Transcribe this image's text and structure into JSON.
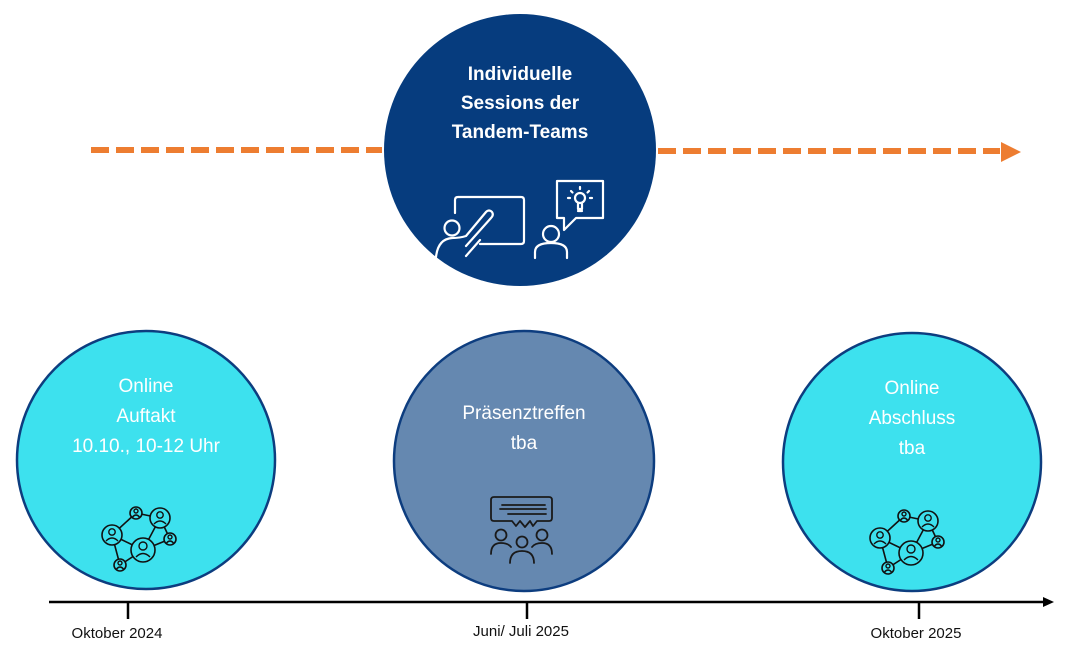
{
  "colors": {
    "navy": "#063c7e",
    "cyan": "#3de1ee",
    "steel_blue": "#6588b0",
    "orange": "#ed7d31",
    "outline": "#0d3d7f",
    "axis": "#000000"
  },
  "top_session": {
    "lines": [
      "Individuelle",
      "Sessions der",
      "Tandem-Teams"
    ],
    "icon": "presentation-and-idea-icon"
  },
  "milestones": [
    {
      "lines": [
        "Online",
        "Auftakt",
        "10.10., 10-12 Uhr"
      ],
      "icon": "network-people-icon",
      "date": "Oktober 2024"
    },
    {
      "lines": [
        "Präsenztreffen",
        "tba"
      ],
      "icon": "group-discussion-icon",
      "date": "Juni/ Juli 2025"
    },
    {
      "lines": [
        "Online",
        "Abschluss",
        "tba"
      ],
      "icon": "network-people-icon",
      "date": "Oktober 2025"
    }
  ]
}
